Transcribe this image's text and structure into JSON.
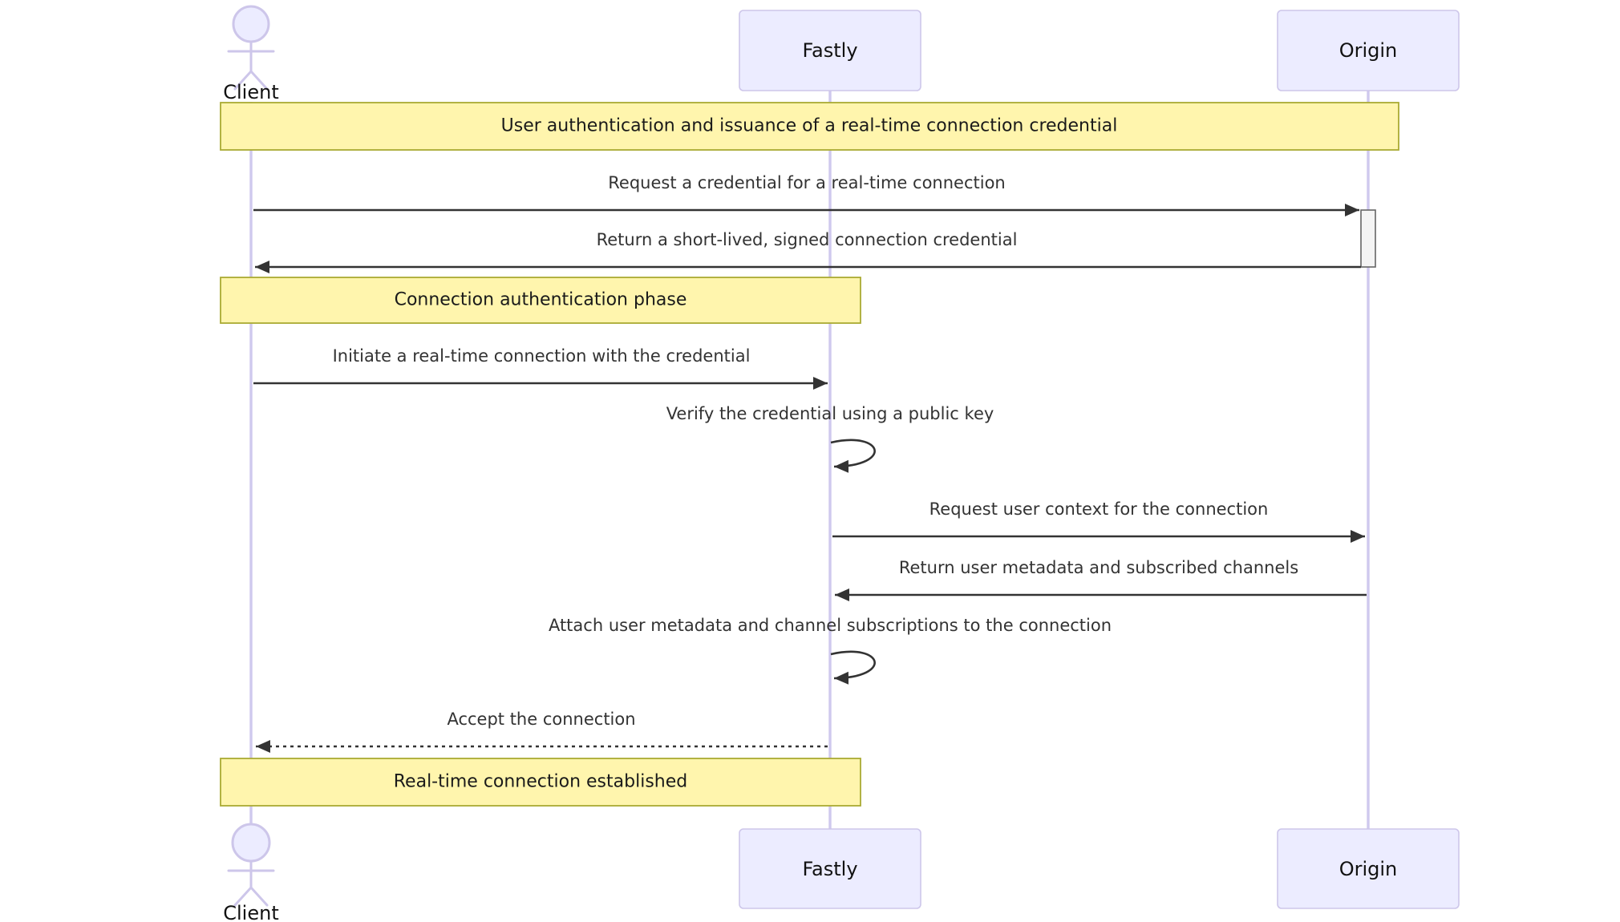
{
  "diagram": {
    "type": "sequence-diagram",
    "participants": [
      {
        "id": "client",
        "label": "Client",
        "kind": "actor"
      },
      {
        "id": "fastly",
        "label": "Fastly",
        "kind": "participant"
      },
      {
        "id": "origin",
        "label": "Origin",
        "kind": "participant"
      }
    ],
    "notes": [
      {
        "text": "User authentication and issuance of a real-time connection credential",
        "over": [
          "client",
          "origin"
        ]
      },
      {
        "text": "Connection authentication phase",
        "over": [
          "client",
          "fastly"
        ]
      },
      {
        "text": "Real-time connection established",
        "over": [
          "client",
          "fastly"
        ]
      }
    ],
    "messages": [
      {
        "from": "client",
        "to": "origin",
        "text": "Request a credential for a real-time connection",
        "line": "solid"
      },
      {
        "from": "origin",
        "to": "client",
        "text": "Return a short-lived, signed connection credential",
        "line": "solid"
      },
      {
        "from": "client",
        "to": "fastly",
        "text": "Initiate a real-time connection with the credential",
        "line": "solid"
      },
      {
        "from": "fastly",
        "to": "fastly",
        "text": "Verify the credential using a public key",
        "line": "self"
      },
      {
        "from": "fastly",
        "to": "origin",
        "text": "Request user context for the connection",
        "line": "solid"
      },
      {
        "from": "origin",
        "to": "fastly",
        "text": "Return user metadata and subscribed channels",
        "line": "solid"
      },
      {
        "from": "fastly",
        "to": "fastly",
        "text": "Attach user metadata and channel subscriptions to the connection",
        "line": "self"
      },
      {
        "from": "fastly",
        "to": "client",
        "text": "Accept the connection",
        "line": "dashed"
      }
    ],
    "activations": [
      {
        "on": "origin",
        "from_message": 0,
        "to_message": 1
      }
    ],
    "colors": {
      "background": "#FFFFFF",
      "participant_fill": "#ECECFF",
      "participant_border": "#CDC6EA",
      "lifeline": "#CFC9EE",
      "note_fill": "#FFF5AD",
      "note_border": "#AAAA33",
      "activation_fill": "#F4F4F4",
      "activation_border": "#666666",
      "arrow": "#333333",
      "message_text": "#333333",
      "label_text": "#111111"
    }
  }
}
